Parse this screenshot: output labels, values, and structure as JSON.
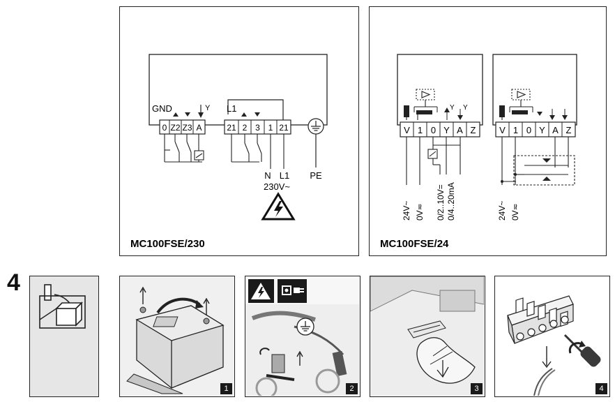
{
  "left_diagram": {
    "model": "MC100FSE/230",
    "labels": {
      "gnd": "GND",
      "y_out": "Y",
      "l1_top": "L1",
      "n": "N",
      "l1_bottom": "L1",
      "voltage": "230V~",
      "pe": "PE"
    },
    "terminals_left": [
      "0",
      "Z2",
      "Z3",
      "A"
    ],
    "terminals_right": [
      "21",
      "2",
      "3",
      "1",
      "21"
    ]
  },
  "right_diagram": {
    "model": "MC100FSE/24",
    "terminals": [
      "V",
      "1",
      "0",
      "Y",
      "A",
      "Z"
    ],
    "labels": {
      "y1": "Y",
      "y2": "Y",
      "supply": "24V~",
      "zero": "0V≂",
      "signal_v": "0/2..10V=",
      "signal_ma": "0/4..20mA",
      "supply2": "24V~",
      "zero2": "0V≂"
    }
  },
  "steps": {
    "number": "4",
    "badges": [
      "1",
      "2",
      "3",
      "4"
    ]
  },
  "icons": [
    "cover-remove-icon",
    "electrical-hazard-icon",
    "unplug-icon",
    "ground-icon",
    "screw-icon",
    "connector-icon",
    "screwdriver-icon"
  ]
}
